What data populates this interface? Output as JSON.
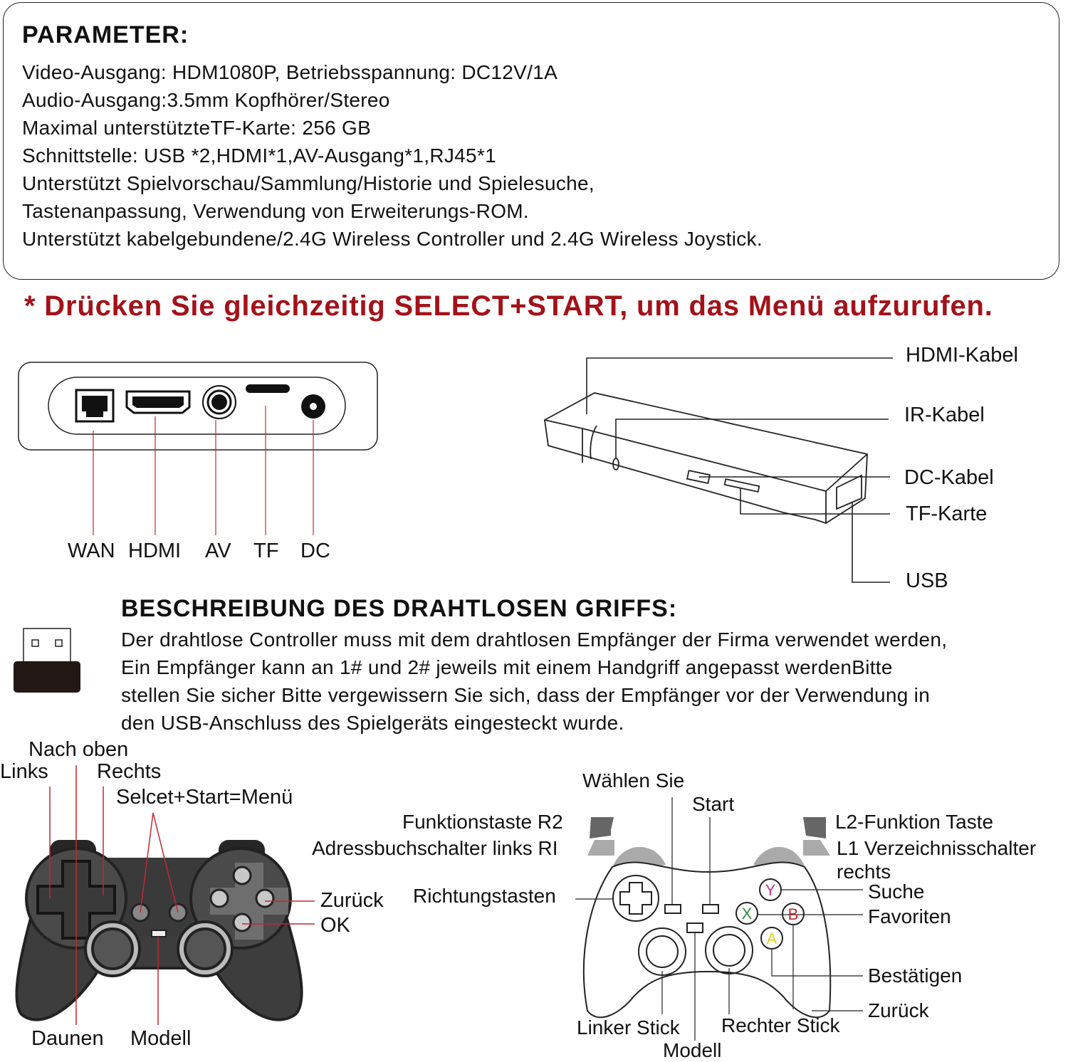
{
  "parameters": {
    "title": "PARAMETER:",
    "lines": [
      "Video-Ausgang: HDM1080P, Betriebsspannung: DC12V/1A",
      "Audio-Ausgang:3.5mm Kopfhörer/Stereo",
      "Maximal unterstützteTF-Karte: 256 GB",
      "Schnittstelle: USB *2,HDMI*1,AV-Ausgang*1,RJ45*1",
      "Unterstützt Spielvorschau/Sammlung/Historie und Spielesuche,",
      "Tastenanpassung, Verwendung von Erweiterungs-ROM.",
      "Unterstützt kabelgebundene/2.4G Wireless Controller und 2.4G Wireless Joystick."
    ]
  },
  "menu_hint": "* Drücken Sie gleichzeitig SELECT+START, um das Menü aufzurufen.",
  "ports": [
    "WAN",
    "HDMI",
    "AV",
    "TF",
    "DC"
  ],
  "stick_labels": [
    "HDMI-Kabel",
    "IR-Kabel",
    "DC-Kabel",
    "TF-Karte",
    "USB"
  ],
  "wireless": {
    "title": "BESCHREIBUNG DES DRAHTLOSEN GRIFFS:",
    "lines": [
      "Der drahtlose Controller muss mit dem drahtlosen Empfänger der Firma verwendet werden,",
      "Ein Empfänger kann an 1# und 2# jeweils mit einem Handgriff angepasst werdenBitte",
      "stellen Sie sicher Bitte vergewissern Sie sich, dass der Empfänger vor der Verwendung in",
      "den USB-Anschluss des Spielgeräts eingesteckt wurde."
    ]
  },
  "left_controller": {
    "up": "Nach oben",
    "left": "Links",
    "right": "Rechts",
    "select_start": "Selcet+Start=Menü",
    "back": "Zurück",
    "ok": "OK",
    "down": "Daunen",
    "mode": "Modell"
  },
  "right_controller": {
    "select": "Wählen Sie",
    "start": "Start",
    "r2": "Funktionstaste R2",
    "r1": "Adressbuchschalter links RI",
    "l2": "L2-Funktion Taste",
    "l1": "L1 Verzeichnisschalter",
    "l1_2": "rechts",
    "dpad": "Richtungstasten",
    "y": "Suche",
    "b": "Favoriten",
    "a": "Bestätigen",
    "back": "Zurück",
    "left_stick": "Linker Stick",
    "right_stick": "Rechter Stick",
    "mode": "Modell",
    "buttons": [
      "Y",
      "X",
      "B",
      "A"
    ]
  },
  "colors": {
    "accent_red": "#a3121a",
    "y": "#c0338a",
    "x": "#2e8b3a",
    "b": "#c4262e",
    "a": "#e0d21a"
  }
}
